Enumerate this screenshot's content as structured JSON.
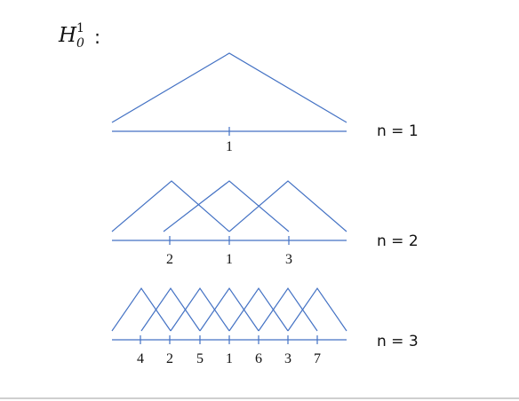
{
  "title": {
    "symbol": "H",
    "superscript": "1",
    "subscript": "0",
    "suffix": ":"
  },
  "levels": [
    {
      "label": "n = 1",
      "tick_labels": [
        "1"
      ]
    },
    {
      "label": "n = 2",
      "tick_labels": [
        "2",
        "1",
        "3"
      ]
    },
    {
      "label": "n = 3",
      "tick_labels": [
        "4",
        "2",
        "5",
        "1",
        "6",
        "3",
        "7"
      ]
    }
  ],
  "colors": {
    "hat": "#4472c4",
    "axis": "#4472c4",
    "text": "#111111"
  }
}
